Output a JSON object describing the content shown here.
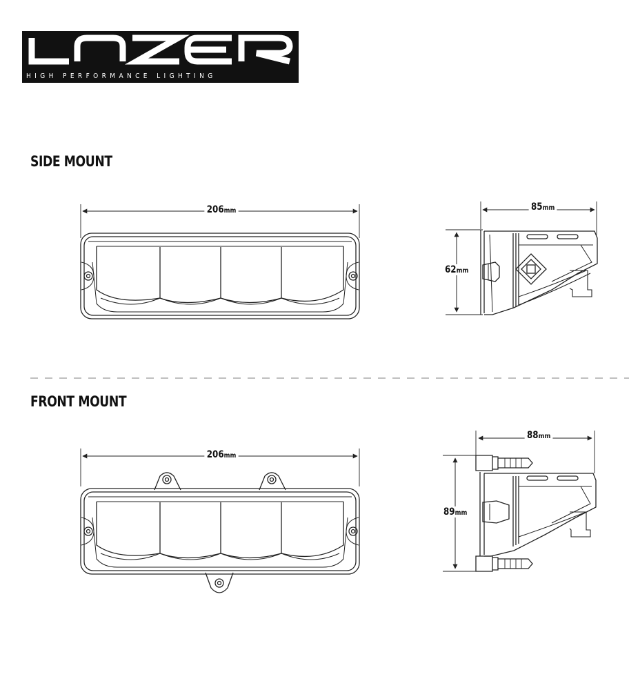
{
  "logo": {
    "brand": "LAZER",
    "tagline": "HIGH PERFORMANCE LIGHTING"
  },
  "sections": {
    "side": {
      "title": "SIDE MOUNT",
      "width": {
        "value": "206",
        "unit": "mm"
      },
      "depth": {
        "value": "85",
        "unit": "mm"
      },
      "height": {
        "value": "62",
        "unit": "mm"
      }
    },
    "front": {
      "title": "FRONT MOUNT",
      "width": {
        "value": "206",
        "unit": "mm"
      },
      "depth": {
        "value": "88",
        "unit": "mm"
      },
      "height": {
        "value": "89",
        "unit": "mm"
      }
    }
  },
  "colors": {
    "line": "#222222",
    "logo_bg": "#111111",
    "divider": "#999999"
  }
}
